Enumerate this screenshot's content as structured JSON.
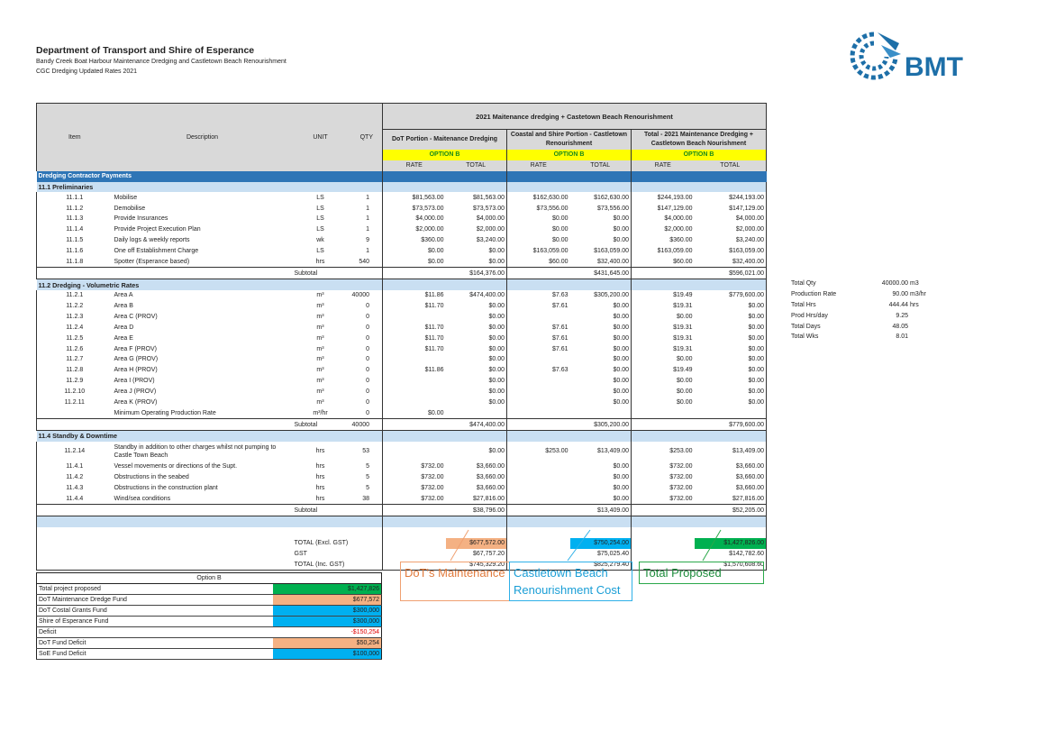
{
  "header": {
    "title": "Department of Transport and Shire of Esperance",
    "subtitle": "Bandy Creek Boat Harbour Maintenance Dredging and Castletown Beach Renourishment",
    "subtitle2": "CGC Dredging Updated Rates 2021"
  },
  "logo": {
    "text": "BMT",
    "color": "#1d6fa8"
  },
  "table": {
    "top_header": "2021 Maitenance dredging + Castetown Beach Renourishment",
    "col_item": "Item",
    "col_desc": "Description",
    "col_unit": "UNIT",
    "col_qty": "QTY",
    "group1": "DoT Portion - Maitenance Dredging",
    "group2": "Coastal and Shire Portion - Castletown Renourishment",
    "group3": "Total - 2021 Maintenance Dredging + Castletown Beach Nourishment",
    "option": "OPTION B",
    "rate": "RATE",
    "total": "TOTAL",
    "band": "Dredging Contractor Payments",
    "sections": [
      {
        "title": "11.1 Preliminaries",
        "rows": [
          [
            "11.1.1",
            "Mobilise",
            "LS",
            "1",
            "$81,563.00",
            "$81,563.00",
            "$162,630.00",
            "$162,630.00",
            "$244,193.00",
            "$244,193.00"
          ],
          [
            "11.1.2",
            "Demobilise",
            "LS",
            "1",
            "$73,573.00",
            "$73,573.00",
            "$73,556.00",
            "$73,556.00",
            "$147,129.00",
            "$147,129.00"
          ],
          [
            "11.1.3",
            "Provide Insurances",
            "LS",
            "1",
            "$4,000.00",
            "$4,000.00",
            "$0.00",
            "$0.00",
            "$4,000.00",
            "$4,000.00"
          ],
          [
            "11.1.4",
            "Provide Project Execution Plan",
            "LS",
            "1",
            "$2,000.00",
            "$2,000.00",
            "$0.00",
            "$0.00",
            "$2,000.00",
            "$2,000.00"
          ],
          [
            "11.1.5",
            "Daily logs & weekly reports",
            "wk",
            "9",
            "$360.00",
            "$3,240.00",
            "$0.00",
            "$0.00",
            "$360.00",
            "$3,240.00"
          ],
          [
            "11.1.6",
            "One off Establishment Charge",
            "LS",
            "1",
            "$0.00",
            "$0.00",
            "$163,059.00",
            "$163,059.00",
            "$163,059.00",
            "$163,059.00"
          ],
          [
            "11.1.8",
            "Spotter (Esperance based)",
            "hrs",
            "540",
            "$0.00",
            "$0.00",
            "$60.00",
            "$32,400.00",
            "$60.00",
            "$32,400.00"
          ]
        ],
        "subtotal": {
          "label": "Subtotal",
          "qty": "",
          "t1": "$164,376.00",
          "t2": "$431,645.00",
          "t3": "$596,021.00"
        }
      },
      {
        "title": "11.2 Dredging - Volumetric Rates",
        "rows": [
          [
            "11.2.1",
            "Area A",
            "m³",
            "40000",
            "$11.86",
            "$474,400.00",
            "$7.63",
            "$305,200.00",
            "$19.49",
            "$779,600.00"
          ],
          [
            "11.2.2",
            "Area B",
            "m³",
            "0",
            "$11.70",
            "$0.00",
            "$7.61",
            "$0.00",
            "$19.31",
            "$0.00"
          ],
          [
            "11.2.3",
            "Area C (PROV)",
            "m³",
            "0",
            "",
            "$0.00",
            "",
            "$0.00",
            "$0.00",
            "$0.00"
          ],
          [
            "11.2.4",
            "Area D",
            "m³",
            "0",
            "$11.70",
            "$0.00",
            "$7.61",
            "$0.00",
            "$19.31",
            "$0.00"
          ],
          [
            "11.2.5",
            "Area E",
            "m³",
            "0",
            "$11.70",
            "$0.00",
            "$7.61",
            "$0.00",
            "$19.31",
            "$0.00"
          ],
          [
            "11.2.6",
            "Area F (PROV)",
            "m³",
            "0",
            "$11.70",
            "$0.00",
            "$7.61",
            "$0.00",
            "$19.31",
            "$0.00"
          ],
          [
            "11.2.7",
            "Area G (PROV)",
            "m³",
            "0",
            "",
            "$0.00",
            "",
            "$0.00",
            "$0.00",
            "$0.00"
          ],
          [
            "11.2.8",
            "Area H (PROV)",
            "m³",
            "0",
            "$11.86",
            "$0.00",
            "$7.63",
            "$0.00",
            "$19.49",
            "$0.00"
          ],
          [
            "11.2.9",
            "Area I (PROV)",
            "m³",
            "0",
            "",
            "$0.00",
            "",
            "$0.00",
            "$0.00",
            "$0.00"
          ],
          [
            "11.2.10",
            "Area J (PROV)",
            "m³",
            "0",
            "",
            "$0.00",
            "",
            "$0.00",
            "$0.00",
            "$0.00"
          ],
          [
            "11.2.11",
            "Area K (PROV)",
            "m³",
            "0",
            "",
            "$0.00",
            "",
            "$0.00",
            "$0.00",
            "$0.00"
          ],
          [
            "",
            "Minimum Operating Production Rate",
            "m³/hr",
            "0",
            "$0.00",
            "",
            "",
            "",
            "",
            ""
          ]
        ],
        "subtotal": {
          "label": "Subtotal",
          "qty": "40000",
          "t1": "$474,400.00",
          "t2": "$305,200.00",
          "t3": "$779,600.00"
        }
      },
      {
        "title": "11.4 Standby & Downtime",
        "rows": [
          [
            "11.2.14",
            "Standby in addition to other charges whilst not pumping to Castle Town Beach",
            "hrs",
            "53",
            "",
            "$0.00",
            "$253.00",
            "$13,409.00",
            "$253.00",
            "$13,409.00"
          ],
          [
            "11.4.1",
            "Vessel movements or directions of the Supt.",
            "hrs",
            "5",
            "$732.00",
            "$3,660.00",
            "",
            "$0.00",
            "$732.00",
            "$3,660.00"
          ],
          [
            "11.4.2",
            "Obstructions in the seabed",
            "hrs",
            "5",
            "$732.00",
            "$3,660.00",
            "",
            "$0.00",
            "$732.00",
            "$3,660.00"
          ],
          [
            "11.4.3",
            "Obstructions in the construction plant",
            "hrs",
            "5",
            "$732.00",
            "$3,660.00",
            "",
            "$0.00",
            "$732.00",
            "$3,660.00"
          ],
          [
            "11.4.4",
            "Wind/sea conditions",
            "hrs",
            "38",
            "$732.00",
            "$27,816.00",
            "",
            "$0.00",
            "$732.00",
            "$27,816.00"
          ]
        ],
        "subtotal": {
          "label": "Subtotal",
          "qty": "",
          "t1": "$38,796.00",
          "t2": "$13,409.00",
          "t3": "$52,205.00"
        }
      }
    ],
    "totals": [
      {
        "label": "TOTAL (Excl. GST)",
        "t1": "$677,572.00",
        "t2": "$750,254.00",
        "t3": "$1,427,826.00"
      },
      {
        "label": "GST",
        "t1": "$67,757.20",
        "t2": "$75,025.40",
        "t3": "$142,782.60"
      },
      {
        "label": "TOTAL (Inc. GST)",
        "t1": "$745,329.20",
        "t2": "$825,279.40",
        "t3": "$1,570,608.60"
      }
    ]
  },
  "side": [
    {
      "k": "Total Qty",
      "v": "40000.00",
      "u": "m3"
    },
    {
      "k": "Production Rate",
      "v": "90.00",
      "u": "m3/hr"
    },
    {
      "k": "Total Hrs",
      "v": "444.44",
      "u": "hrs"
    },
    {
      "k": "Prod Hrs/day",
      "v": "9.25",
      "u": ""
    },
    {
      "k": "Total Days",
      "v": "48.05",
      "u": ""
    },
    {
      "k": "Total Wks",
      "v": "8.01",
      "u": ""
    }
  ],
  "callouts": {
    "dot": "DoT's Maintenance",
    "castletown": "Castletown Beach Renourishment Cost",
    "total": "Total Proposed"
  },
  "colors": {
    "orange": "#f4b183",
    "blue": "#00b0f0",
    "green": "#00b050",
    "band": "#2e75b6",
    "callout_orange": "#f0a070",
    "callout_blue": "#2eb0e8",
    "callout_green": "#2aa84a"
  },
  "option_table": {
    "title": "Option B",
    "rows": [
      {
        "label": "Total project proposed",
        "value": "$1,427,826",
        "color": "#00b050",
        "red": false
      },
      {
        "label": "DoT Maintenance Dredge Fund",
        "value": "$677,572",
        "color": "#f4b183",
        "red": false
      },
      {
        "label": "DoT Costal Grants Fund",
        "value": "$300,000",
        "color": "#00b0f0",
        "red": false
      },
      {
        "label": "Shire of Esperance Fund",
        "value": "$300,000",
        "color": "#00b0f0",
        "red": false
      },
      {
        "label": "Deficit",
        "value": "-$150,254",
        "color": "",
        "red": true
      },
      {
        "label": "DoT Fund Deficit",
        "value": "$50,254",
        "color": "#f4b183",
        "red": false
      },
      {
        "label": "SoE Fund Deficit",
        "value": "$100,000",
        "color": "#00b0f0",
        "red": false
      }
    ]
  }
}
